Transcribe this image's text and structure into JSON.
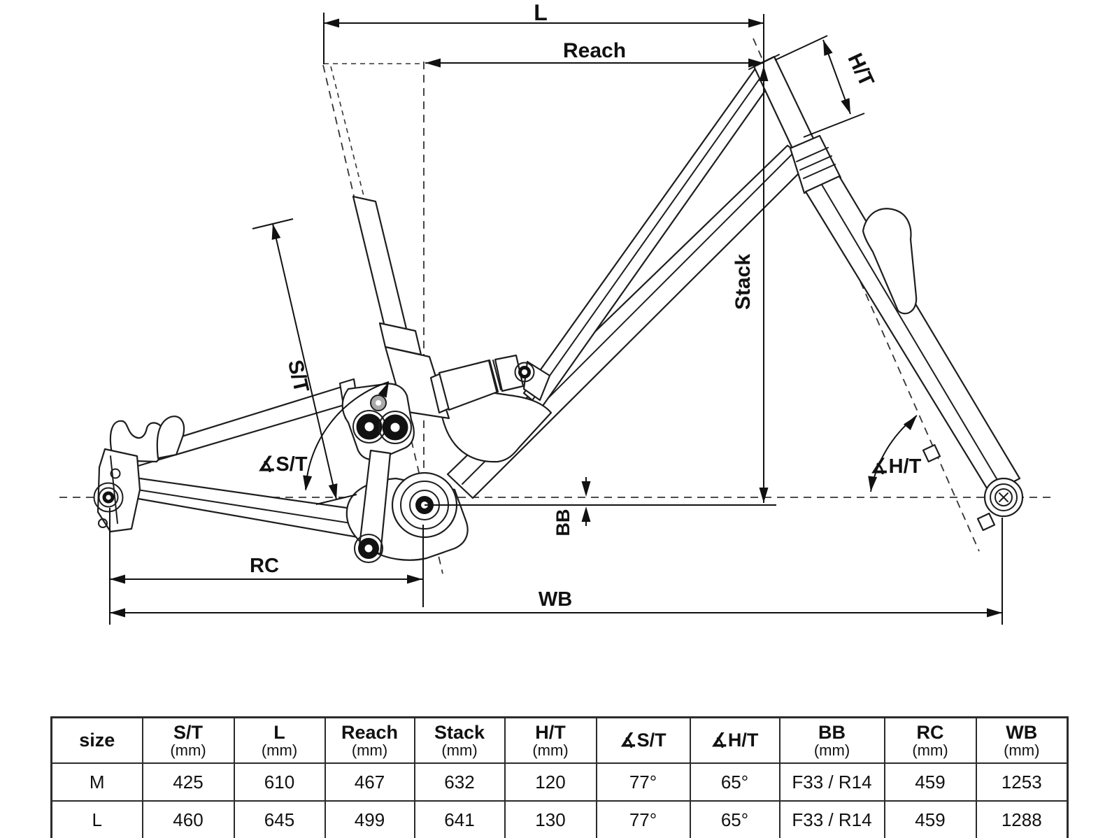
{
  "diagram": {
    "labels": {
      "l": "L",
      "reach": "Reach",
      "ht": "H/T",
      "stack": "Stack",
      "st": "S/T",
      "angle_st": "∡S/T",
      "angle_ht": "∡H/T",
      "bb": "BB",
      "rc": "RC",
      "wb": "WB"
    }
  },
  "table": {
    "columns": [
      {
        "label": "size",
        "unit": ""
      },
      {
        "label": "S/T",
        "unit": "(mm)"
      },
      {
        "label": "L",
        "unit": "(mm)"
      },
      {
        "label": "Reach",
        "unit": "(mm)"
      },
      {
        "label": "Stack",
        "unit": "(mm)"
      },
      {
        "label": "H/T",
        "unit": "(mm)"
      },
      {
        "label": "∡S/T",
        "unit": ""
      },
      {
        "label": "∡H/T",
        "unit": ""
      },
      {
        "label": "BB",
        "unit": "(mm)"
      },
      {
        "label": "RC",
        "unit": "(mm)"
      },
      {
        "label": "WB",
        "unit": "(mm)"
      }
    ],
    "rows": [
      [
        "M",
        "425",
        "610",
        "467",
        "632",
        "120",
        "77°",
        "65°",
        "F33 / R14",
        "459",
        "1253"
      ],
      [
        "L",
        "460",
        "645",
        "499",
        "641",
        "130",
        "77°",
        "65°",
        "F33 / R14",
        "459",
        "1288"
      ]
    ]
  }
}
